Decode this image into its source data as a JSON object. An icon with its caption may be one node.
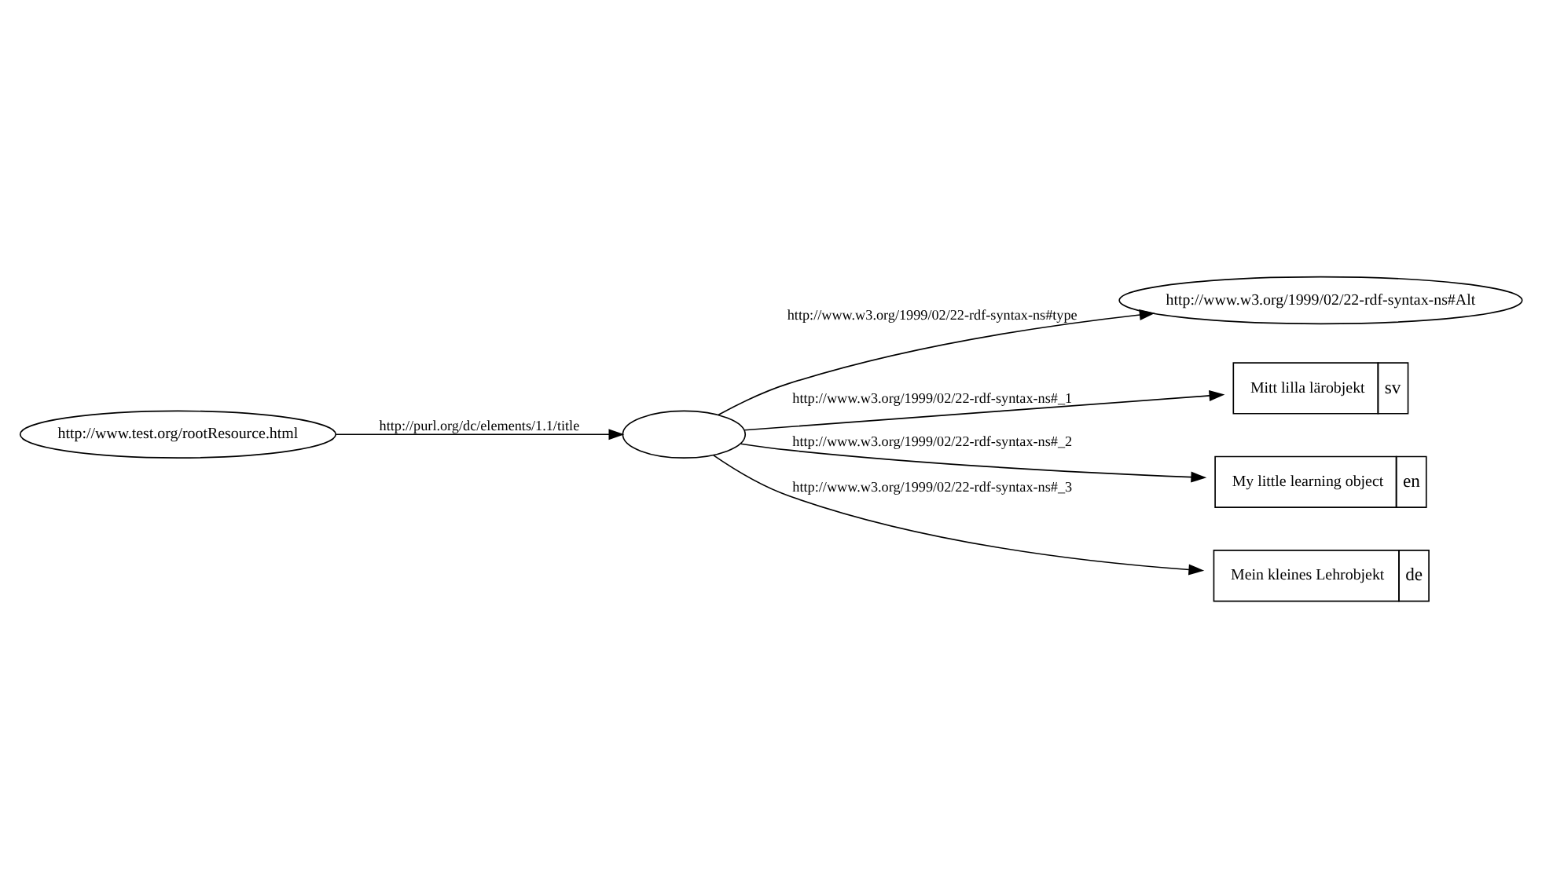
{
  "diagram": {
    "nodes": [
      {
        "text": [
          "http://www.test.org/rootResource.html"
        ]
      },
      {
        "text": [
          "http://www.w3.org/1999/02/22-rdf-syntax-ns#Alt"
        ]
      },
      {
        "text": [],
        "shape": "ellipse"
      },
      {
        "text": [
          "Mitt lilla lärobjekt"
        ],
        "beside": [
          "sv"
        ]
      },
      {
        "text": [
          "My little learning object"
        ],
        "beside": [
          "en"
        ]
      },
      {
        "text": [
          "Mein kleines Lehrobjekt"
        ],
        "beside": [
          "de"
        ]
      }
    ],
    "edges": [
      {
        "from": 0,
        "to": 2,
        "arrow": "to",
        "label": "http://purl.org/dc/elements/1.1/title"
      },
      {
        "from": 2,
        "to": 1,
        "arrow": "to",
        "label": "http://www.w3.org/1999/02/22-rdf-syntax-ns#type"
      },
      {
        "from": 2,
        "to": 3,
        "arrow": "to",
        "label": "http://www.w3.org/1999/02/22-rdf-syntax-ns#_1"
      },
      {
        "from": 2,
        "to": 4,
        "arrow": "to",
        "label": "http://www.w3.org/1999/02/22-rdf-syntax-ns#_2"
      },
      {
        "from": 2,
        "to": 5,
        "arrow": "to",
        "label": "http://www.w3.org/1999/02/22-rdf-syntax-ns#_3"
      }
    ]
  }
}
